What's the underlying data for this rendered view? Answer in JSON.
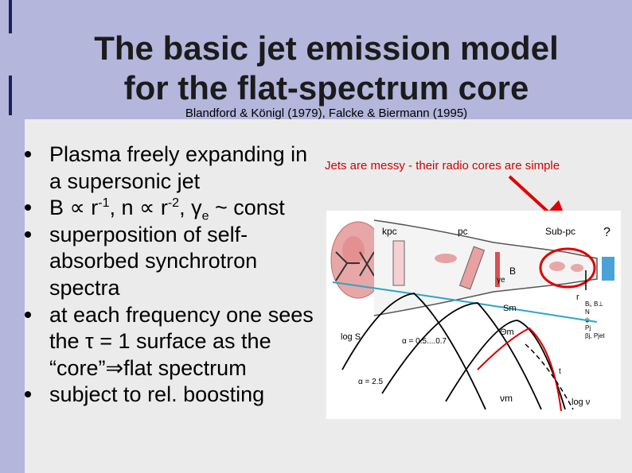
{
  "slide": {
    "title_line1": "The basic jet emission model",
    "title_line2": "for the flat-spectrum core",
    "citation": "Blandford & Königl (1979), Falcke & Biermann (1995)"
  },
  "bullets": [
    {
      "text": "Plasma freely expanding in a supersonic jet"
    },
    {
      "formula": {
        "b": "B ∝ r",
        "b_exp": "-1",
        "n": ", n ∝ r",
        "n_exp": "-2",
        "g": ", γ",
        "g_sub": "e",
        "rest": " ~ const"
      }
    },
    {
      "text": "superposition of self-absorbed synchrotron spectra"
    },
    {
      "text": "at each frequency one sees the τ = 1 surface as the “core”⇒flat spectrum"
    },
    {
      "text": "subject to rel. boosting"
    }
  ],
  "annotation": "Jets are messy - their radio cores are simple",
  "figure": {
    "labels": {
      "kpc": "kpc",
      "pc": "pc",
      "sub": "Sub-pc",
      "question": "?",
      "B": "B",
      "gamma": "γe",
      "r": "r",
      "params": [
        "Bᵢ, B⊥",
        "N",
        "ψ",
        "Pj",
        "βj, Pjet"
      ],
      "logS": "log S",
      "alpha1": "α = 0.5....0.7",
      "alpha2": "α = 2.5",
      "Sm": "Sm",
      "theta": "Θm",
      "t": "t",
      "num": "νm",
      "lognu": "log ν"
    }
  }
}
